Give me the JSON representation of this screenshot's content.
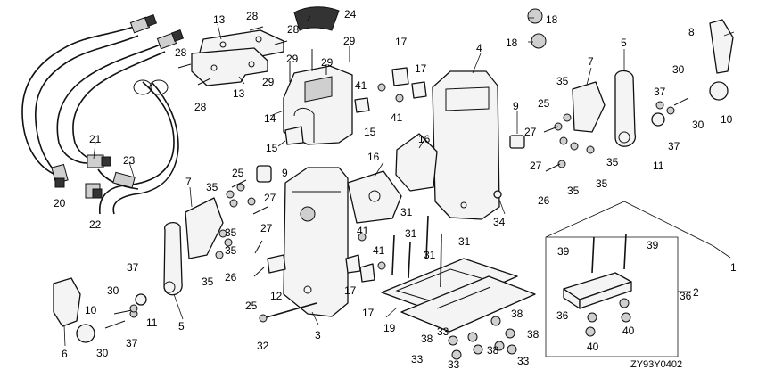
{
  "diagram_code": "ZY93Y0402",
  "callouts": {
    "c1": "1",
    "c2": "2",
    "c3": "3",
    "c4": "4",
    "c5a": "5",
    "c5b": "5",
    "c6": "6",
    "c7a": "7",
    "c7b": "7",
    "c8": "8",
    "c9a": "9",
    "c9b": "9",
    "c10a": "10",
    "c10b": "10",
    "c11a": "11",
    "c11b": "11",
    "c12": "12",
    "c13a": "13",
    "c13b": "13",
    "c14": "14",
    "c15a": "15",
    "c15b": "15",
    "c16a": "16",
    "c16b": "16",
    "c17a": "17",
    "c17b": "17",
    "c17c": "17",
    "c17d": "17",
    "c18a": "18",
    "c18b": "18",
    "c19": "19",
    "c20": "20",
    "c21": "21",
    "c22": "22",
    "c23": "23",
    "c24": "24",
    "c25a": "25",
    "c25b": "25",
    "c25c": "25",
    "c26a": "26",
    "c26b": "26",
    "c27a": "27",
    "c27b": "27",
    "c27c": "27",
    "c27d": "27",
    "c28a": "28",
    "c28b": "28",
    "c28c": "28",
    "c28d": "28",
    "c29a": "29",
    "c29b": "29",
    "c29c": "29",
    "c29d": "29",
    "c30a": "30",
    "c30b": "30",
    "c30c": "30",
    "c30d": "30",
    "c31a": "31",
    "c31b": "31",
    "c31c": "31",
    "c31d": "31",
    "c32": "32",
    "c33a": "33",
    "c33b": "33",
    "c33c": "33",
    "c33d": "33",
    "c34": "34",
    "c35a": "35",
    "c35b": "35",
    "c35c": "35",
    "c35d": "35",
    "c35e": "35",
    "c35f": "35",
    "c35g": "35",
    "c35h": "35",
    "c36a": "36",
    "c36b": "36",
    "c37a": "37",
    "c37b": "37",
    "c37c": "37",
    "c37d": "37",
    "c38a": "38",
    "c38b": "38",
    "c38c": "38",
    "c38d": "38",
    "c39a": "39",
    "c39b": "39",
    "c40a": "40",
    "c40b": "40",
    "c41a": "41",
    "c41b": "41",
    "c41c": "41",
    "c41d": "41"
  }
}
